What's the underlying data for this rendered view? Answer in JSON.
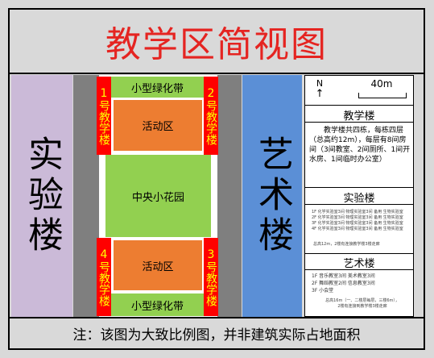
{
  "title": "教学区简视图",
  "buildings": {
    "lab": "实验楼",
    "art": "艺术楼",
    "teaching1": "1号教学楼",
    "teaching2": "2号教学楼",
    "teaching3": "3号教学楼",
    "teaching4": "4号教学楼"
  },
  "zones": {
    "green_top": "小型绿化带",
    "activity_top": "活动区",
    "garden": "中央小花园",
    "activity_bottom": "活动区",
    "green_bottom": "小型绿化带"
  },
  "legend": {
    "north": "N",
    "north_arrow": "↑",
    "scale": "40m",
    "teaching_title": "教学楼",
    "teaching_desc": "教学楼共四栋，每栋四层（总高约12m），每层有8间房间（3间教室、2间厕所、1间开水房、1间临时办公室）",
    "lab_title": "实验楼",
    "lab_lines": [
      "1F 化学实验室3间 物理实验室3间 备用 生物实验室",
      "2F 化学实验室3间 物理实验室3间 备用 生物实验室",
      "3F 化学实验室3间 物理实验室3间 备用 生物实验室",
      "4F 化学实验室3间 物理实验室3间 备用 生物实验室"
    ],
    "lab_note": "总高12m，2楼有连接教学楼3楼走廊",
    "art_title": "艺术楼",
    "art_lines": [
      "1F 音乐教室3间 美术教室3间",
      "2F 舞蹈教室2间 信息教室3间",
      "3F 小会堂"
    ],
    "art_note_1": "总高16m（一、二楼层每层，三楼6m），",
    "art_note_2": "2楼有连接到教学楼3楼走廊"
  },
  "note": "注：该图为大致比例图，并非建筑实际占地面积"
}
